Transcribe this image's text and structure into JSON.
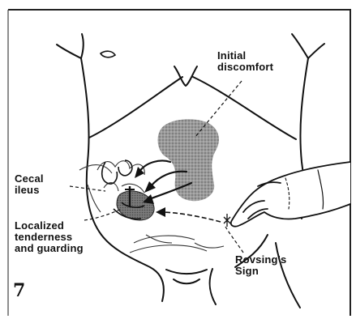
{
  "figure": {
    "number": "7",
    "labels": {
      "initial_discomfort_line1": "Initial",
      "initial_discomfort_line2": "discomfort",
      "cecal_ileus_line1": "Cecal",
      "cecal_ileus_line2": "ileus",
      "localized_line1": "Localized",
      "localized_line2": "tenderness",
      "localized_line3": "and guarding",
      "rovsings_line1": "Rovsing's",
      "rovsings_line2": "Sign"
    }
  },
  "colors": {
    "ink": "#111111",
    "stipple": "#8c8c8c",
    "frame": "#222222",
    "background": "#ffffff"
  }
}
